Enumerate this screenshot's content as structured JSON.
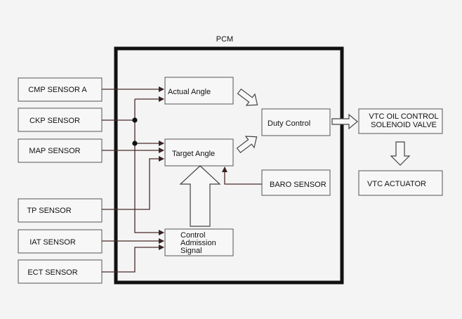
{
  "title": "PCM",
  "inputs": {
    "cmp": "CMP SENSOR A",
    "ckp": "CKP SENSOR",
    "map": "MAP SENSOR",
    "tp": "TP SENSOR",
    "iat": "IAT SENSOR",
    "ect": "ECT SENSOR"
  },
  "internal": {
    "actual_angle": "Actual Angle",
    "target_angle": "Target Angle",
    "duty_control": "Duty Control",
    "baro_sensor": "BARO SENSOR",
    "control_admission": [
      "Control",
      "Admission",
      "Signal"
    ]
  },
  "outputs": {
    "vtc_valve": [
      "VTC OIL CONTROL",
      "SOLENOID VALVE"
    ],
    "vtc_actuator": "VTC ACTUATOR"
  },
  "colors": {
    "background": "#f4f4f4",
    "box_stroke": "#555555",
    "wire": "#4a2a2a",
    "pcm_border": "#111111"
  }
}
